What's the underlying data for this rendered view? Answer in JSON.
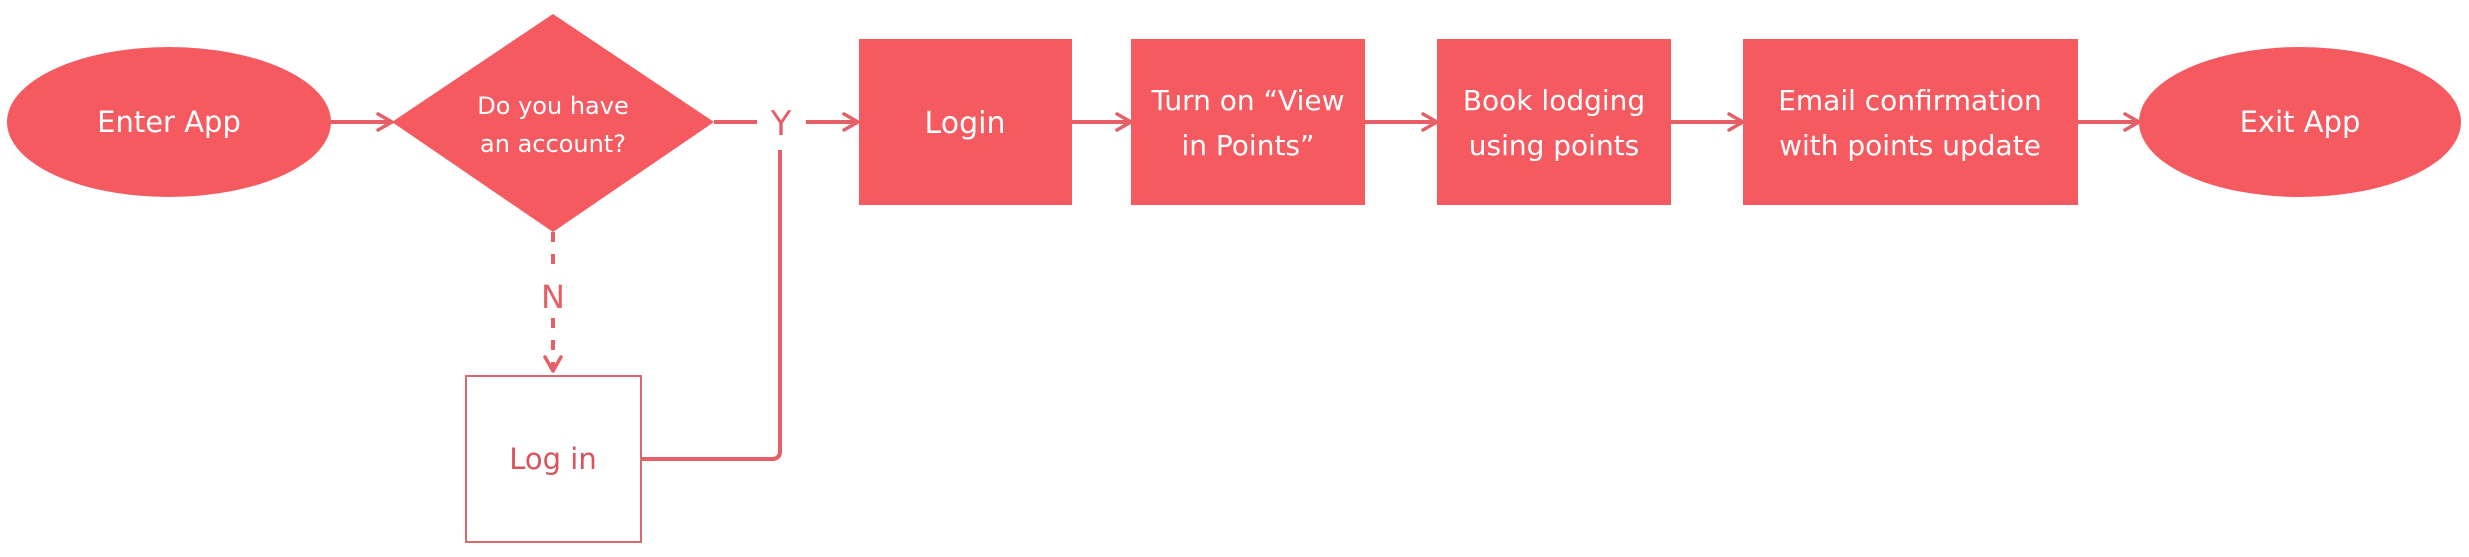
{
  "colors": {
    "node_fill": "#F55A60",
    "node_text": "#FFFFFF",
    "outline_stroke": "#D96A70",
    "outline_text": "#D9545B",
    "connector": "#E56066",
    "background": "#FFFFFF"
  },
  "nodes": {
    "enter_app": {
      "label": "Enter App"
    },
    "decision": {
      "line1": "Do you have",
      "line2": "an account?"
    },
    "login": {
      "label": "Login"
    },
    "view_points": {
      "line1": "Turn on “View",
      "line2": "in Points”"
    },
    "book_lodging": {
      "line1": "Book lodging",
      "line2": "using points"
    },
    "email_confirmation": {
      "line1": "Email confirmation",
      "line2": "with points update"
    },
    "exit_app": {
      "label": "Exit App"
    },
    "log_in_alt": {
      "label": "Log in"
    }
  },
  "edges": {
    "yes_label": "Y",
    "no_label": "N"
  }
}
